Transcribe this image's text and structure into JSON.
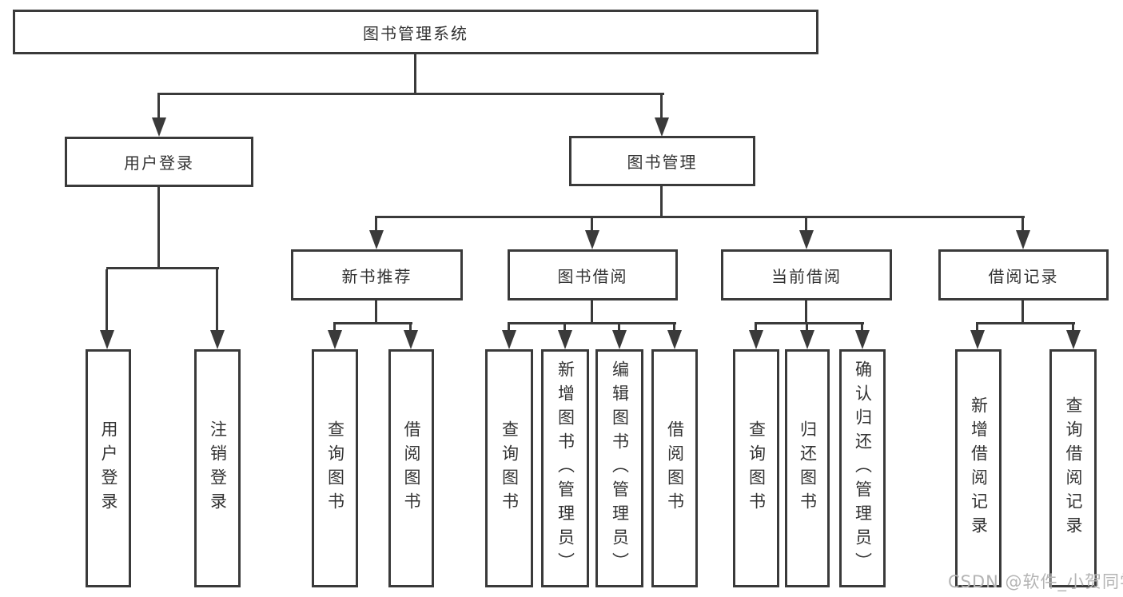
{
  "tree": {
    "root": {
      "label": "图书管理系统"
    },
    "branches": [
      {
        "label": "用户登录",
        "children": [
          {
            "label": "用户登录"
          },
          {
            "label": "注销登录"
          }
        ]
      },
      {
        "label": "图书管理",
        "children": [
          {
            "label": "新书推荐",
            "children": [
              {
                "label": "查询图书"
              },
              {
                "label": "借阅图书"
              }
            ]
          },
          {
            "label": "图书借阅",
            "children": [
              {
                "label": "查询图书"
              },
              {
                "label": "新增图书（管理员）"
              },
              {
                "label": "编辑图书（管理员）"
              },
              {
                "label": "借阅图书"
              }
            ]
          },
          {
            "label": "当前借阅",
            "children": [
              {
                "label": "查询图书"
              },
              {
                "label": "归还图书"
              },
              {
                "label": "确认归还（管理员）"
              }
            ]
          },
          {
            "label": "借阅记录",
            "children": [
              {
                "label": "新增借阅记录"
              },
              {
                "label": "查询借阅记录"
              }
            ]
          }
        ]
      }
    ]
  },
  "watermark": "CSDN @软件_小贺同学",
  "colors": {
    "line": "#3a3a3a",
    "text": "#333333",
    "box_fill": "#ffffff",
    "background": "#ffffff",
    "watermark": "#b4b4b4"
  }
}
